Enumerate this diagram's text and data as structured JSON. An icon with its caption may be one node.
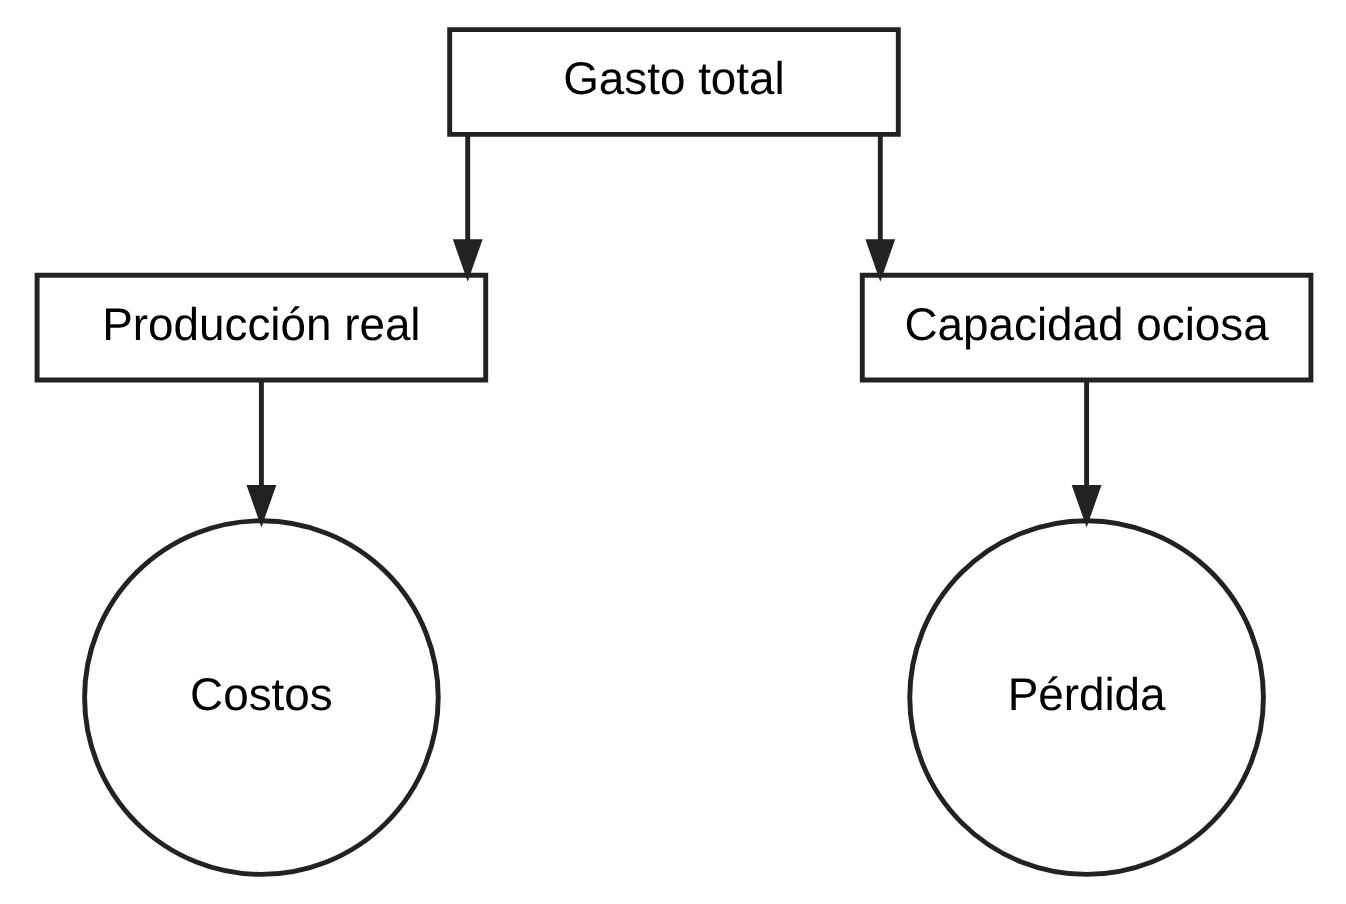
{
  "diagram": {
    "nodes": [
      {
        "text": [
          "Gasto total"
        ]
      },
      {
        "text": [
          "Producción real"
        ]
      },
      {
        "text": [
          "Capacidad ociosa"
        ]
      },
      {
        "text": [
          "Costos"
        ]
      },
      {
        "text": [
          "Pérdida"
        ]
      }
    ],
    "edges": [
      {
        "from": 0,
        "to": 1,
        "arrow": "to"
      },
      {
        "from": 0,
        "to": 2,
        "arrow": "to"
      },
      {
        "from": 1,
        "to": 3,
        "arrow": "to"
      },
      {
        "from": 2,
        "to": 4,
        "arrow": "to"
      }
    ]
  }
}
